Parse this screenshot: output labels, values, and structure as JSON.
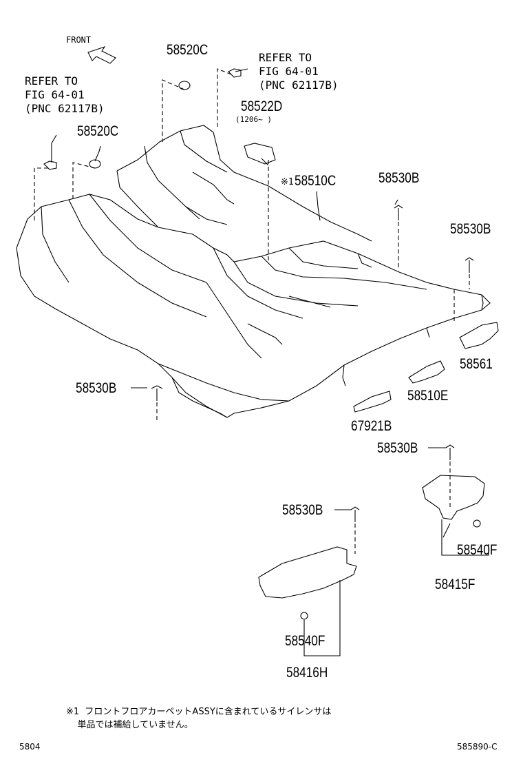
{
  "front_label": "FRONT",
  "refer_left": [
    "REFER TO",
    "FIG 64-01",
    "(PNC 62117B)"
  ],
  "refer_right": [
    "REFER TO",
    "FIG 64-01",
    "(PNC 62117B)"
  ],
  "parts": {
    "p58520C_top": "58520C",
    "p58520C_left": "58520C",
    "p58522D": "58522D",
    "p58522D_note": "(1206~    )",
    "p58510C_mark": "※1",
    "p58510C": "58510C",
    "p58530B_a": "58530B",
    "p58530B_b": "58530B",
    "p58530B_c": "58530B",
    "p58530B_d": "58530B",
    "p58530B_e": "58530B",
    "p58561": "58561",
    "p58510E": "58510E",
    "p67921B": "67921B",
    "p58540F_right": "58540F",
    "p58415F": "58415F",
    "p58540F_left": "58540F",
    "p58416H": "58416H"
  },
  "footnote": [
    "※1  フロントフロアカーペットASSYに含まれているサイレンサは",
    "    単品では補給していません。"
  ],
  "page_number": "5804",
  "figure_code": "585890-C"
}
